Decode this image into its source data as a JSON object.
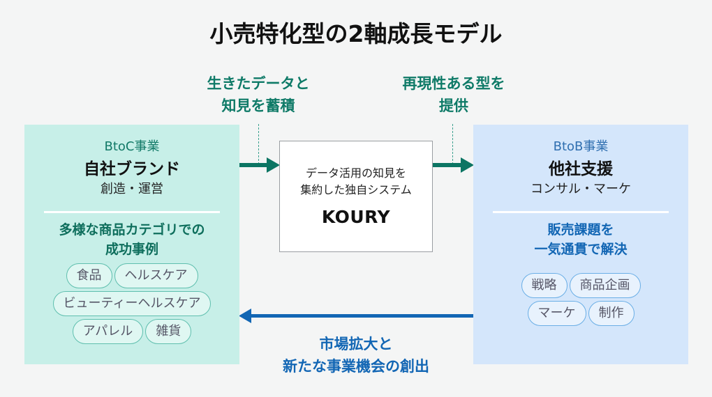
{
  "title": "小売特化型の2軸成長モデル",
  "flows": {
    "accumulate": {
      "line1": "生きたデータと",
      "line2": "知見を蓄積"
    },
    "provide": {
      "line1": "再現性ある型を",
      "line2": "提供"
    },
    "expand": {
      "line1": "市場拡大と",
      "line2": "新たな事業機会の創出"
    }
  },
  "btoc": {
    "category": "BtoC事業",
    "heading": "自社ブランド",
    "description": "創造・運営",
    "highlight_line1": "多様な商品カテゴリでの",
    "highlight_line2": "成功事例",
    "tags": [
      "食品",
      "ヘルスケア",
      "ビューティーヘルスケア",
      "アパレル",
      "雑貨"
    ]
  },
  "center": {
    "desc_line1": "データ活用の知見を",
    "desc_line2": "集約した独自システム",
    "name": "KOURY"
  },
  "btob": {
    "category": "BtoB事業",
    "heading": "他社支援",
    "description": "コンサル・マーケ",
    "highlight_line1": "販売課題を",
    "highlight_line2": "一気通貫で解決",
    "tags": [
      "戦略",
      "商品企画",
      "マーケ",
      "制作"
    ]
  },
  "colors": {
    "green": "#0e7a67",
    "blue": "#1266b4",
    "btoc_bg": "#c7efe8",
    "btob_bg": "#d4e6fb"
  }
}
